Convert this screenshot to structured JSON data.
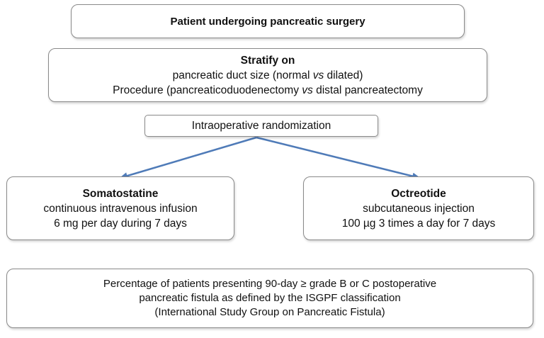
{
  "patient_box": {
    "text": "Patient undergoing pancreatic surgery"
  },
  "stratify_box": {
    "title": "Stratify on",
    "line1_a": "pancreatic duct size (normal ",
    "line1_vs": "vs",
    "line1_b": " dilated)",
    "line2_a": "Procedure (pancreaticoduodenectomy ",
    "line2_vs": "vs",
    "line2_b": " distal pancreatectomy"
  },
  "randomization_box": {
    "text": "Intraoperative randomization"
  },
  "somatostatine_box": {
    "title": "Somatostatine",
    "line1": "continuous intravenous infusion",
    "line2": "6 mg per day during 7 days"
  },
  "octreotide_box": {
    "title": "Octreotide",
    "line1": "subcutaneous injection",
    "line2": "100 µg 3 times a day for 7 days"
  },
  "outcome_box": {
    "line1": "Percentage of patients presenting 90-day ≥ grade B or C postoperative",
    "line2": "pancreatic fistula as defined by the ISGPF classification",
    "line3": "(International Study Group on Pancreatic Fistula)"
  },
  "colors": {
    "arrow": "#4f7bb8",
    "border": "#8a8a8a"
  }
}
